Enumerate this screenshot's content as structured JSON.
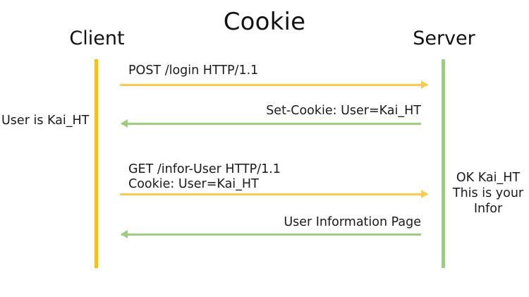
{
  "diagram": {
    "title": "Cookie",
    "type": "sequence-diagram",
    "background": "#ffffff",
    "colors": {
      "client_lifeline": "#FFC000",
      "server_lifeline": "#9BCE7F",
      "request_arrow": "#FFC94D",
      "response_arrow": "#9BCE7F",
      "text": "#1a1a1a"
    },
    "actors": [
      {
        "id": "client",
        "label": "Client"
      },
      {
        "id": "server",
        "label": "Server"
      }
    ],
    "messages": [
      {
        "id": "m1",
        "label": "POST /login HTTP/1.1",
        "direction": "client-to-server",
        "style": "request"
      },
      {
        "id": "m2",
        "label": "Set-Cookie: User=Kai_HT",
        "direction": "server-to-client",
        "style": "response"
      },
      {
        "id": "m3",
        "label": "GET /infor-User HTTP/1.1\nCookie: User=Kai_HT",
        "direction": "client-to-server",
        "style": "request"
      },
      {
        "id": "m4",
        "label": "User Information Page",
        "direction": "server-to-client",
        "style": "response"
      }
    ],
    "notes": [
      {
        "id": "client-note",
        "side": "client",
        "text": "User is Kai_HT"
      },
      {
        "id": "server-note",
        "side": "server",
        "text": "OK Kai_HT\nThis is your\nInfor"
      }
    ]
  }
}
